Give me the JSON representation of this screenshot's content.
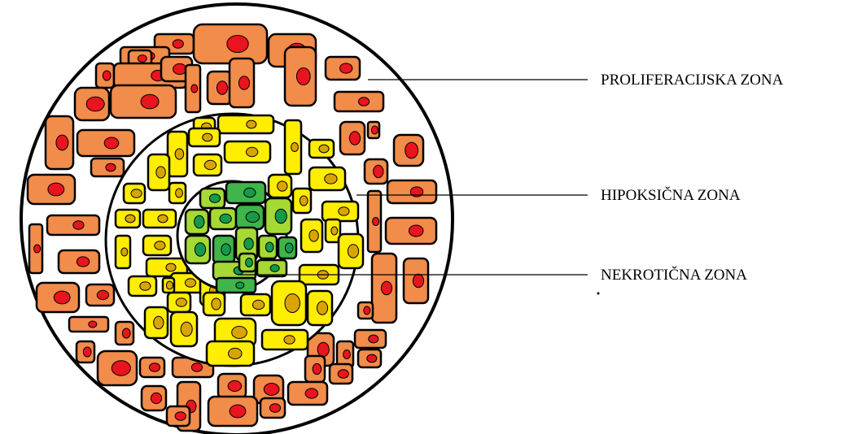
{
  "labels": {
    "proliferative": "PROLIFERACIJSKA ZONA",
    "hypoxic": "HIPOKSIČNA ZONA",
    "necrotic": "NEKROTIČNA ZONA"
  },
  "colors": {
    "background": "#ffffff",
    "outline": "#000000",
    "proliferative_cell": "#f28c4a",
    "proliferative_nucleus": "#e8141e",
    "hypoxic_cell": "#ffee00",
    "hypoxic_nucleus": "#d9a400",
    "necrotic_cell_light": "#a6d934",
    "necrotic_cell_dark": "#3fb54a",
    "necrotic_nucleus": "#159a4a"
  }
}
